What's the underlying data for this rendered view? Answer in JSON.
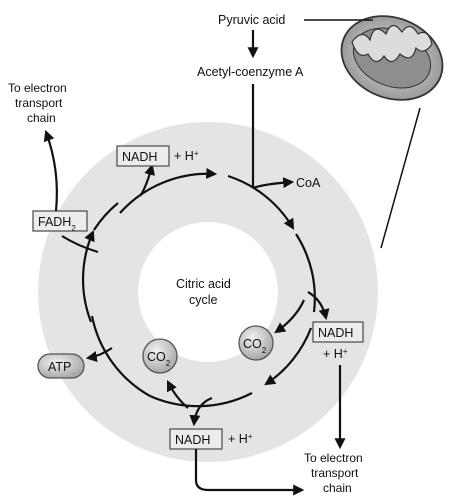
{
  "labels": {
    "pyruvic_acid": "Pyruvic acid",
    "acetyl_coa": "Acetyl-coenzyme A",
    "coa": "CoA",
    "cycle_line1": "Citric acid",
    "cycle_line2": "cycle",
    "nadh": "NADH",
    "h_plus": "+ H",
    "h_sup": "+",
    "fadh": "FADH",
    "fadh_sub": "2",
    "atp": "ATP",
    "co2": "CO",
    "co2_sub": "2",
    "to_etc_line1": "To electron",
    "to_etc_line2": "transport",
    "to_etc_line3": "chain"
  }
}
